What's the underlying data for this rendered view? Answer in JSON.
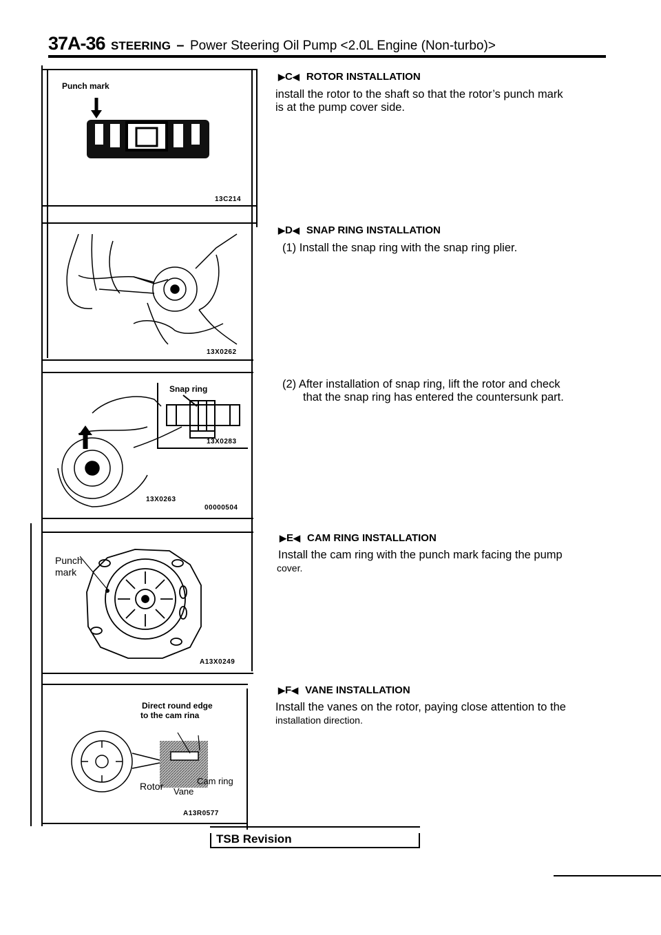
{
  "header": {
    "page_code": "37A-36",
    "section": "STEERING",
    "dash": "–",
    "title": "Power Steering Oil Pump <2.0L Engine (Non-turbo)>"
  },
  "figures": {
    "fig1": {
      "label": "Punch mark",
      "code": "13C214"
    },
    "fig2": {
      "code": "13X0262"
    },
    "fig3": {
      "label": "Snap ring",
      "inset_code": "13X0283",
      "code": "13X0263",
      "code2": "00000504"
    },
    "fig4": {
      "label_line1": "Punch",
      "label_line2": "mark",
      "code": "A13X0249"
    },
    "fig5": {
      "label_line1": "Direct round edge",
      "label_line2": "to the cam rina",
      "rotor": "Rotor",
      "cam_ring": "Cam ring",
      "vane": "Vane",
      "code": "A13R0577"
    }
  },
  "procedures": [
    {
      "letter": "C",
      "title": "ROTOR INSTALLATION",
      "lines": [
        "install the rotor to the shaft so that the rotor’s punch mark",
        "is at the pump cover side."
      ]
    },
    {
      "letter": "D",
      "title": "SNAP RING INSTALLATION",
      "step1": "(1) Install the snap ring with the snap ring plier.",
      "step2_line1": "(2) After installation of snap ring, lift the rotor and check",
      "step2_line2": "that the snap ring has entered the countersunk part."
    },
    {
      "letter": "E",
      "title": "CAM RING INSTALLATION",
      "line1": "Install the cam ring with the punch mark facing the pump",
      "line2": "cover."
    },
    {
      "letter": "F",
      "title": "VANE INSTALLATION",
      "line1": "Install the vanes on the rotor, paying close attention to the",
      "line2": "installation direction."
    }
  ],
  "footer": {
    "tsb": "TSB Revision"
  },
  "icons": {
    "arrow_right": "right-triangle-icon",
    "arrow_left": "left-triangle-icon"
  }
}
